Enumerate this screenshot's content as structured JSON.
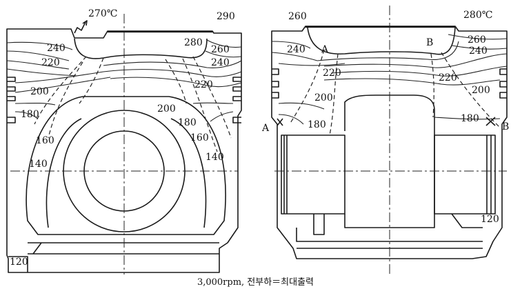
{
  "left_labels": {
    "t270": "270℃",
    "t290": "290",
    "t240a": "240",
    "t220a": "220",
    "t280": "280",
    "t260": "260",
    "t240b": "240",
    "t220b": "220",
    "t200a": "200",
    "t180a": "180",
    "t200b": "200",
    "t180b": "180",
    "t160a": "160",
    "t160b": "160",
    "t140a": "140",
    "t140b": "140",
    "t120": "120"
  },
  "right_labels": {
    "t260a": "260",
    "t280": "280℃",
    "t260b": "260",
    "t240a": "240",
    "t240b": "240",
    "pointA": "A",
    "pointB": "B",
    "t220a": "220",
    "t220b": "220",
    "t200a": "200",
    "t200b": "200",
    "t180a": "180",
    "t180b": "180",
    "sideA": "A",
    "sideB": "B",
    "t120": "120"
  },
  "caption": "3,000rpm,  전부하＝최대출력"
}
